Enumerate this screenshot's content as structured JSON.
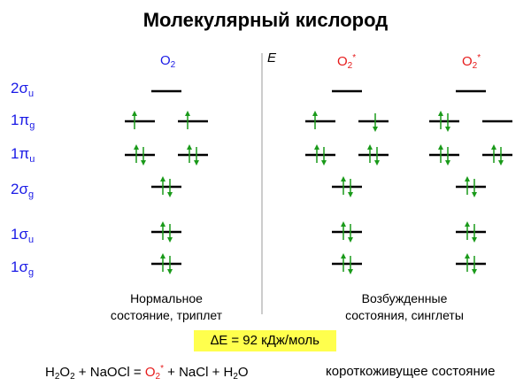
{
  "title": "Молекулярный кислород",
  "energy_axis": "E",
  "columns": [
    {
      "base": "O",
      "sub": "2",
      "sup": ""
    },
    {
      "base": "O",
      "sub": "2",
      "sup": "*"
    },
    {
      "base": "O",
      "sub": "2",
      "sup": "*"
    }
  ],
  "orbitals": [
    {
      "base": "2σ",
      "sub": "u"
    },
    {
      "base": "1π",
      "sub": "g"
    },
    {
      "base": "1π",
      "sub": "u"
    },
    {
      "base": "2σ",
      "sub": "g"
    },
    {
      "base": "1σ",
      "sub": "u"
    },
    {
      "base": "1σ",
      "sub": "g"
    }
  ],
  "captions": {
    "normal_line1": "Нормальное",
    "normal_line2": "состояние, триплет",
    "excited_line1": "Возбужденные",
    "excited_line2": "состояния, синглеты"
  },
  "delta_e": "∆E = 92 кДж/моль",
  "equation": {
    "r1": "H",
    "r1_sub": "2",
    "r1_mid": "O",
    "r1_sub2": "2",
    "plus1": " + NaOCl = ",
    "p1": "O",
    "p1_sub": "2",
    "p1_sup": "*",
    "rest": " + NaCl + H",
    "h2o_sub": "2",
    "h2o_end": "O"
  },
  "short_lived": "короткоживущее состояние",
  "colors": {
    "electron": "#1a9a1a",
    "label_blue": "#1a1ae6",
    "accent_red": "#e61a1a",
    "highlight": "#ffff4d"
  },
  "states": [
    {
      "name": "triplet",
      "levels": {
        "2su": [
          0
        ],
        "1pg": [
          1,
          1
        ],
        "1pu": [
          2,
          2
        ],
        "2sg": [
          2
        ],
        "1su": [
          2
        ],
        "1sg": [
          2
        ]
      },
      "pg_mode": "parallel"
    },
    {
      "name": "singlet-a",
      "levels": {
        "2su": [
          0
        ],
        "1pg": [
          1,
          1
        ],
        "1pu": [
          2,
          2
        ],
        "2sg": [
          2
        ],
        "1su": [
          2
        ],
        "1sg": [
          2
        ]
      },
      "pg_mode": "antiparallel"
    },
    {
      "name": "singlet-b",
      "levels": {
        "2su": [
          0
        ],
        "1pg": [
          2,
          0
        ],
        "1pu": [
          2,
          2
        ],
        "2sg": [
          2
        ],
        "1su": [
          2
        ],
        "1sg": [
          2
        ]
      },
      "pg_mode": "paired"
    }
  ]
}
